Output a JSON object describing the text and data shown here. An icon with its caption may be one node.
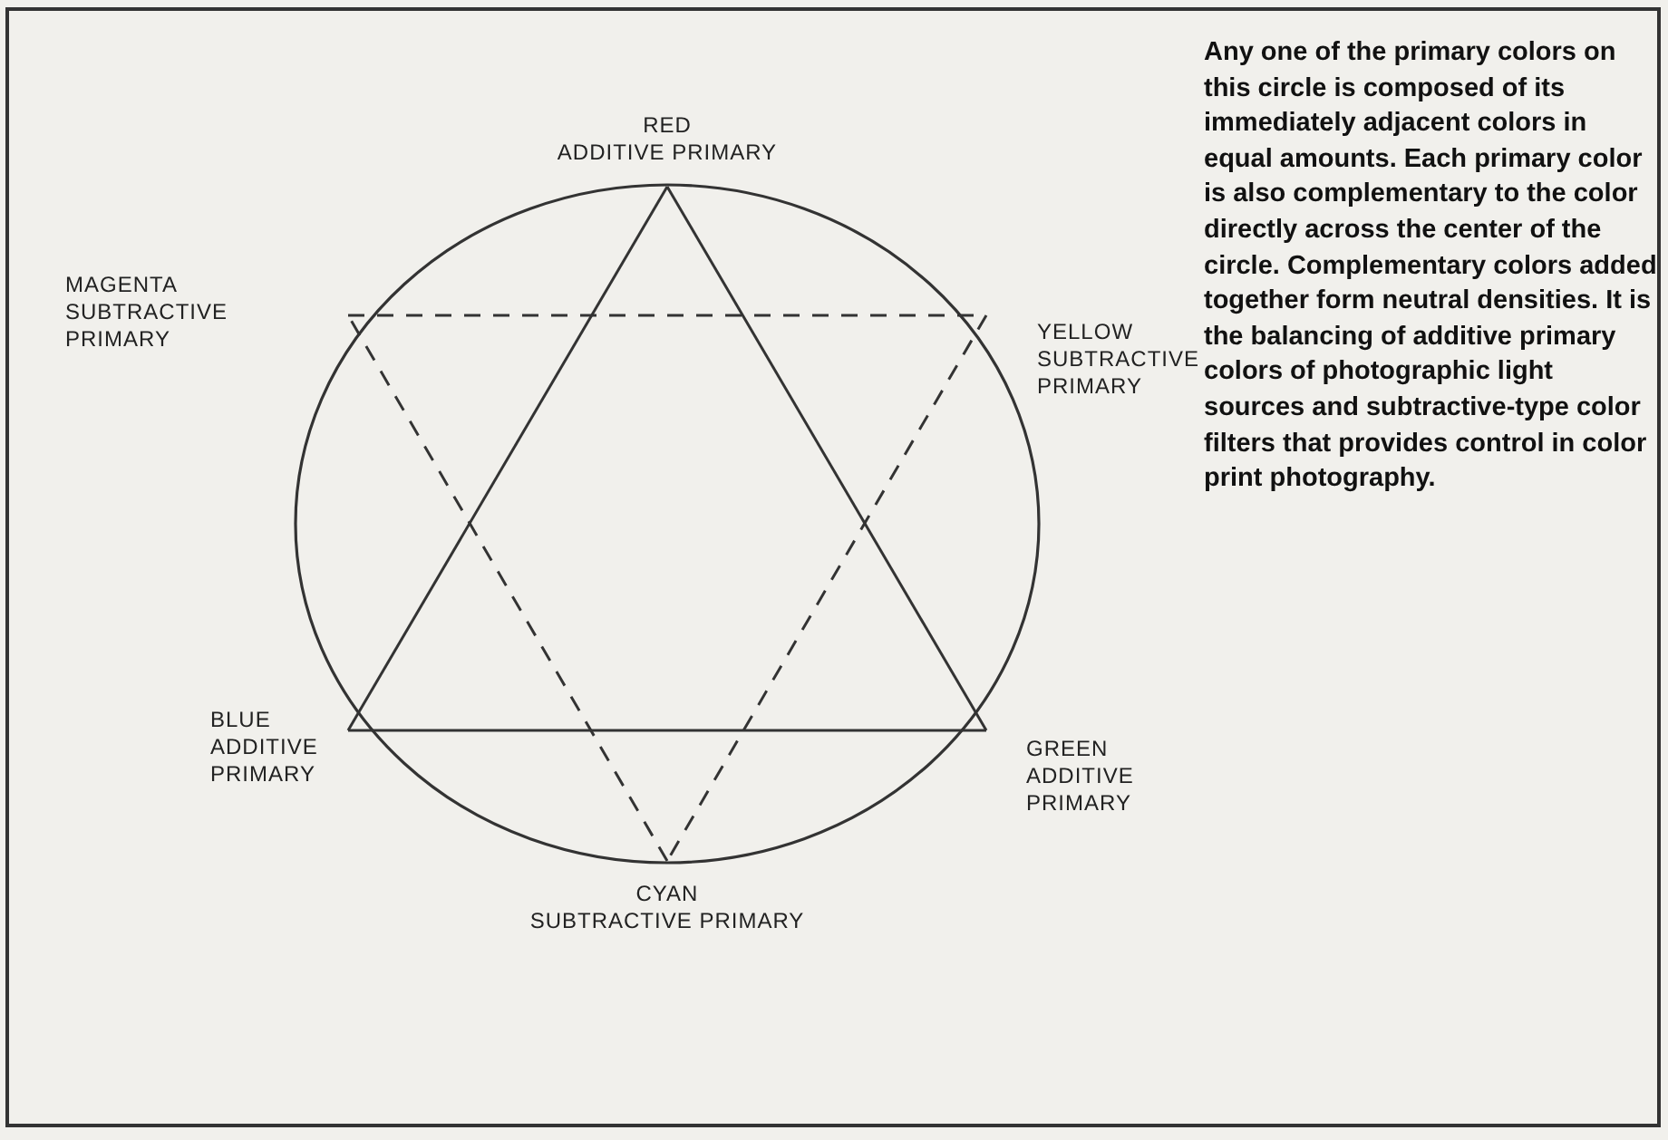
{
  "diagram": {
    "nodes": [
      {
        "text": [
          "RED",
          "ADDITIVE PRIMARY"
        ]
      },
      {
        "text": [
          "MAGENTA",
          "SUBTRACTIVE PRIMARY"
        ]
      },
      {
        "text": [
          "YELLOW",
          "SUBTRACTIVE PRIMARY"
        ]
      },
      {
        "text": [
          "BLUE",
          "ADDITIVE PRIMARY"
        ]
      },
      {
        "text": [
          "GREEN",
          "ADDITIVE PRIMARY"
        ]
      },
      {
        "text": [
          "CYAN",
          "SUBTRACTIVE PRIMARY"
        ]
      }
    ],
    "edges": [
      {
        "from": 0,
        "to": 4,
        "arrow": "none"
      },
      {
        "from": 4,
        "to": 3,
        "arrow": "none"
      },
      {
        "from": 3,
        "to": 0,
        "arrow": "none"
      },
      {
        "from": 1,
        "to": 2,
        "arrow": "none",
        "style": "dashed"
      },
      {
        "from": 2,
        "to": 5,
        "arrow": "none",
        "style": "dashed"
      },
      {
        "from": 5,
        "to": 1,
        "arrow": "none",
        "style": "dashed"
      }
    ],
    "labels": [
      "Any one of the primary colors on this circle is composed of its immediately adjacent colors in equal amounts. Each primary color is also complementary to the color directly across the center of the circle. Complementary colors added together form neutral densities. It is the balancing of additive primary colors of photographic light sources and subtractive-type color filters that provides control in color print photography."
    ]
  }
}
